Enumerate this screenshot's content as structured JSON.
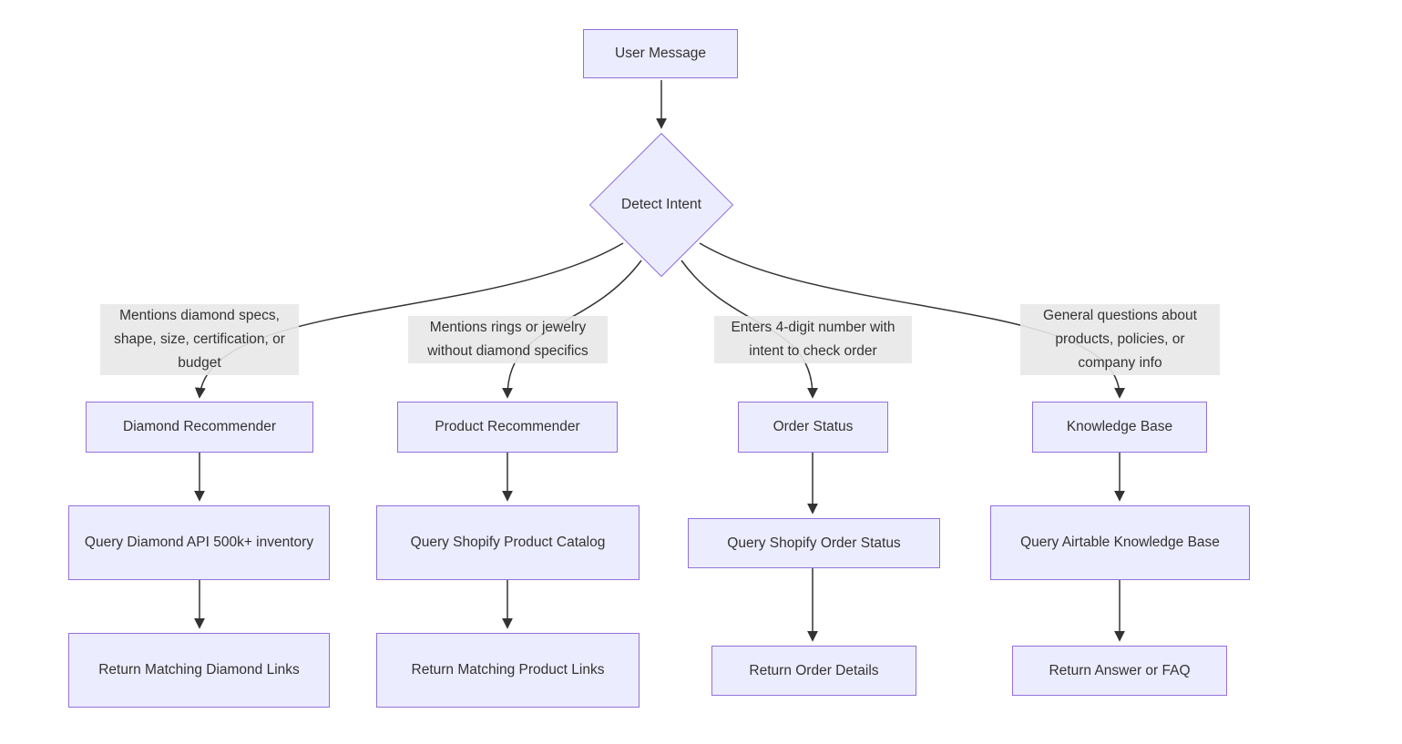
{
  "diagram": {
    "type": "flowchart",
    "direction": "top-down",
    "nodes": {
      "user_message": "User Message",
      "detect_intent": "Detect Intent",
      "diamond_recommender": "Diamond Recommender",
      "product_recommender": "Product Recommender",
      "order_status": "Order Status",
      "knowledge_base": "Knowledge Base",
      "query_diamond_api": "Query Diamond API 500k+ inventory",
      "query_shopify_catalog": "Query Shopify Product Catalog",
      "query_shopify_order": "Query Shopify Order Status",
      "query_airtable": "Query Airtable Knowledge Base",
      "return_diamond_links": "Return Matching Diamond Links",
      "return_product_links": "Return Matching Product Links",
      "return_order_details": "Return Order Details",
      "return_answer_faq": "Return Answer or FAQ"
    },
    "edge_labels": {
      "diamond_branch": "Mentions diamond specs, shape, size, certification, or budget",
      "product_branch": "Mentions rings or jewelry without diamond specifics",
      "order_branch": "Enters 4-digit number with intent to check order",
      "knowledge_branch": "General questions about products, policies, or company info"
    },
    "edges": [
      {
        "from": "User Message",
        "to": "Detect Intent",
        "label": ""
      },
      {
        "from": "Detect Intent",
        "to": "Diamond Recommender",
        "label": "Mentions diamond specs, shape, size, certification, or budget"
      },
      {
        "from": "Detect Intent",
        "to": "Product Recommender",
        "label": "Mentions rings or jewelry without diamond specifics"
      },
      {
        "from": "Detect Intent",
        "to": "Order Status",
        "label": "Enters 4-digit number with intent to check order"
      },
      {
        "from": "Detect Intent",
        "to": "Knowledge Base",
        "label": "General questions about products, policies, or company info"
      },
      {
        "from": "Diamond Recommender",
        "to": "Query Diamond API 500k+ inventory",
        "label": ""
      },
      {
        "from": "Query Diamond API 500k+ inventory",
        "to": "Return Matching Diamond Links",
        "label": ""
      },
      {
        "from": "Product Recommender",
        "to": "Query Shopify Product Catalog",
        "label": ""
      },
      {
        "from": "Query Shopify Product Catalog",
        "to": "Return Matching Product Links",
        "label": ""
      },
      {
        "from": "Order Status",
        "to": "Query Shopify Order Status",
        "label": ""
      },
      {
        "from": "Query Shopify Order Status",
        "to": "Return Order Details",
        "label": ""
      },
      {
        "from": "Knowledge Base",
        "to": "Query Airtable Knowledge Base",
        "label": ""
      },
      {
        "from": "Query Airtable Knowledge Base",
        "to": "Return Answer or FAQ",
        "label": ""
      }
    ],
    "colors": {
      "node_fill": "#ECECFF",
      "node_border": "#9370DB",
      "edge_label_bg": "#E8E8E8",
      "line": "#333333",
      "text": "#333333"
    }
  }
}
